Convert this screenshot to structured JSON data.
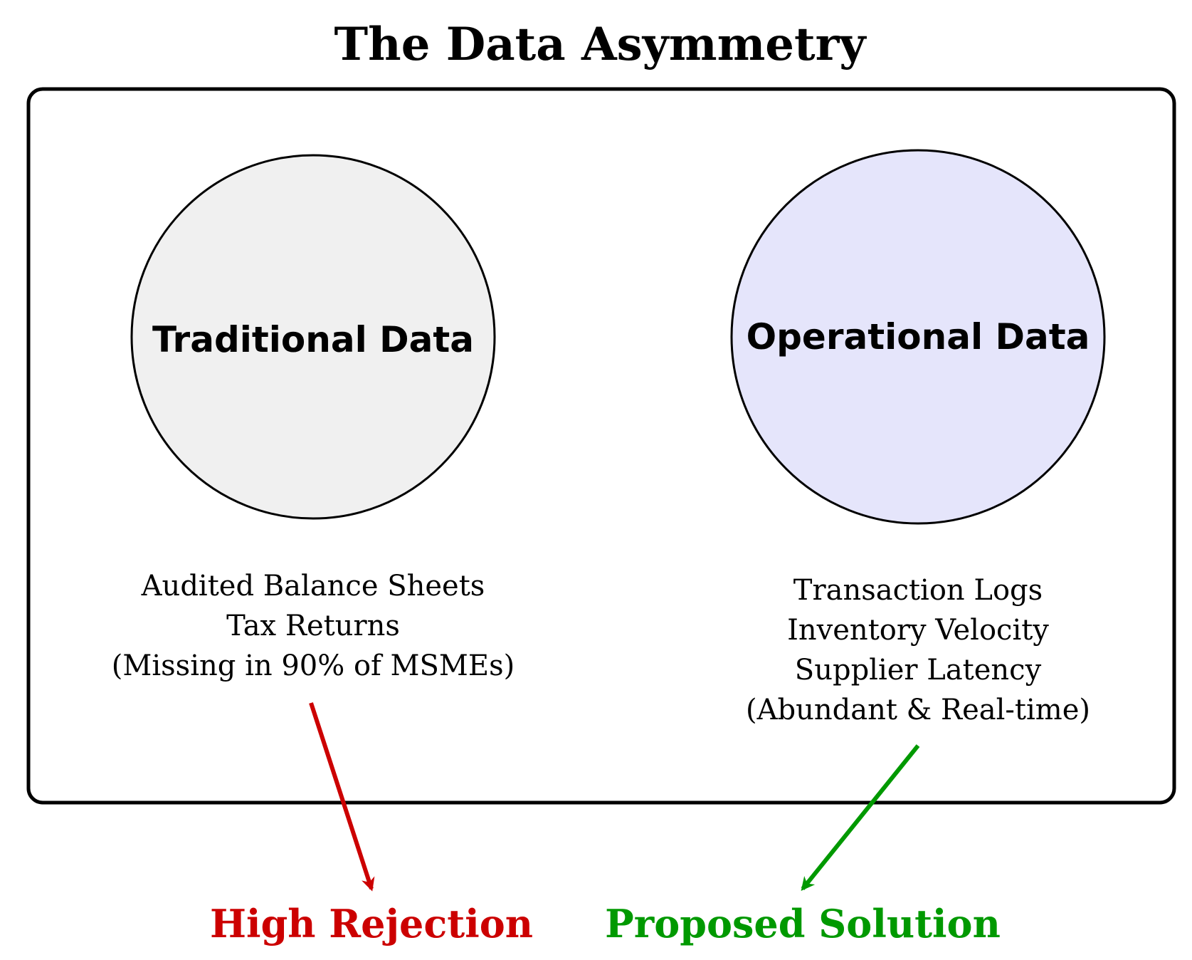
{
  "title": "The Data Asymmetry",
  "left": {
    "label": "Traditional Data",
    "fill": "#f0f0f0",
    "details": [
      "Audited Balance Sheets",
      "Tax Returns",
      "(Missing in 90% of MSMEs)"
    ]
  },
  "right": {
    "label": "Operational Data",
    "fill": "#e5e5fb",
    "details": [
      "Transaction Logs",
      "Inventory Velocity",
      "Supplier Latency",
      "(Abundant & Real-time)"
    ]
  },
  "outcomes": {
    "rejection": {
      "label": "High Rejection",
      "color": "#cc0000"
    },
    "solution": {
      "label": "Proposed Solution",
      "color": "#009900"
    }
  }
}
